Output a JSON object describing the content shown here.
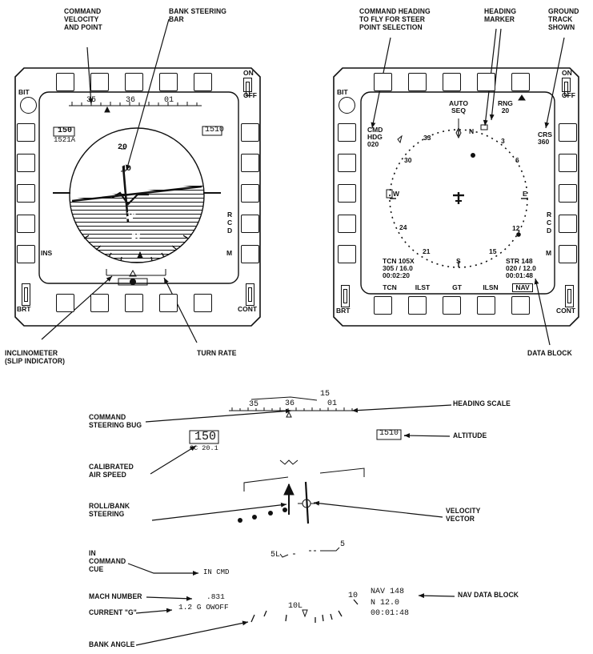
{
  "left_display": {
    "callouts": {
      "command_velocity": "COMMAND\nVELOCITY\nAND POINT",
      "bank_steering_bar": "BANK STEERING\nBAR",
      "inclinometer": "INCLINOMETER\n(SLIP INDICATOR)",
      "turn_rate": "TURN RATE"
    },
    "bezel": {
      "bit": "BIT",
      "on": "ON",
      "off": "OFF",
      "ins": "INS",
      "brt": "BRT",
      "cont": "CONT",
      "rcd": "R\nC\nD",
      "m": "M"
    },
    "heading_ticks": [
      "35",
      "36",
      "01"
    ],
    "airspeed": "150",
    "airspeed_sub": "1521A",
    "altitude": "1510",
    "pitch_labels": [
      "20",
      "10",
      "10",
      "20"
    ]
  },
  "right_display": {
    "callouts": {
      "command_heading": "COMMAND HEADING\nTO FLY FOR STEER\nPOINT SELECTION",
      "heading_marker": "HEADING\nMARKER",
      "ground_track": "GROUND\nTRACK\nSHOWN",
      "data_block": "DATA BLOCK"
    },
    "bezel": {
      "bit": "BIT",
      "on": "ON",
      "off": "OFF",
      "brt": "BRT",
      "cont": "CONT",
      "rcd": "R\nC\nD",
      "m": "M"
    },
    "auto_seq": "AUTO\nSEQ",
    "rng": "RNG\n20",
    "cmd_hdg": "CMD\nHDG\n020",
    "crs": "CRS\n360",
    "compass": [
      "N",
      "3",
      "6",
      "E",
      "12",
      "15",
      "S",
      "21",
      "24",
      "W",
      "30",
      "33"
    ],
    "tcn_block": "TCN 105X\n305 / 16.0\n00:02:20",
    "str_block": "STR 148\n020 / 12.0\n00:01:48",
    "bottom_buttons": [
      "TCN",
      "ILST",
      "GT",
      "ILSN",
      "NAV"
    ]
  },
  "hud": {
    "heading_ticks": [
      "35",
      "36",
      "15",
      "01"
    ],
    "airspeed": "150",
    "airspeed_sub": "OC 20.1",
    "altitude": "1510",
    "in_cmd": "IN CMD",
    "mach": ".831",
    "g_line": "1.2 G OWOFF",
    "pitch_5_left": "5L",
    "pitch_5_right": "5",
    "pitch_10_left": "10L",
    "pitch_10_right": "10",
    "nav_block": "NAV 148\nN 12.0\n00:01:48",
    "callouts": {
      "heading_scale": "HEADING SCALE",
      "command_steering_bug": "COMMAND\nSTEERING BUG",
      "altitude": "ALTITUDE",
      "calibrated_air_speed": "CALIBRATED\nAIR SPEED",
      "roll_bank_steering": "ROLL/BANK\nSTEERING",
      "velocity_vector": "VELOCITY\nVECTOR",
      "in_command_cue": "IN\nCOMMAND\nCUE",
      "mach_number": "MACH NUMBER",
      "current_g": "CURRENT \"G\"",
      "nav_data_block": "NAV DATA BLOCK",
      "bank_angle": "BANK ANGLE"
    }
  }
}
